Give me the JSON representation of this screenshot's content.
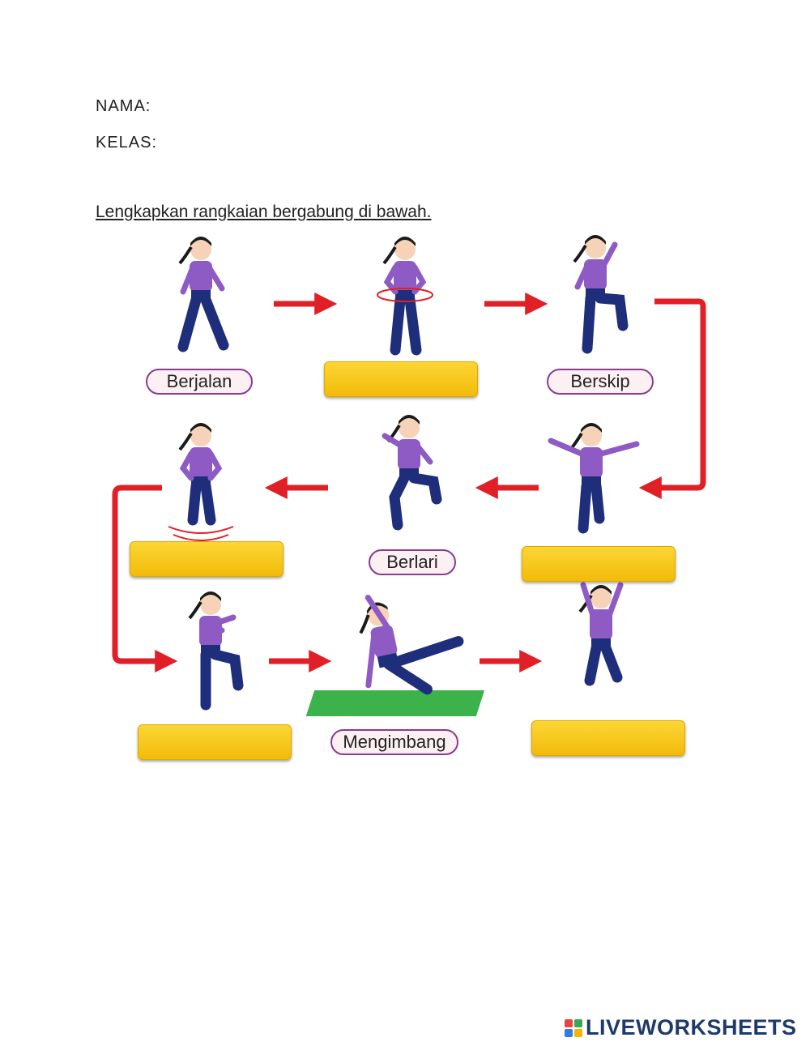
{
  "header": {
    "name_label": "NAMA:",
    "class_label": "KELAS:"
  },
  "instruction": "Lengkapkan rangkaian bergabung di bawah.",
  "steps": [
    {
      "label": "Berjalan",
      "answer_blank": false
    },
    {
      "label": "",
      "answer_blank": true
    },
    {
      "label": "Berskip",
      "answer_blank": false
    },
    {
      "label": "",
      "answer_blank": true
    },
    {
      "label": "Berlari",
      "answer_blank": false
    },
    {
      "label": "",
      "answer_blank": true
    },
    {
      "label": "",
      "answer_blank": true
    },
    {
      "label": "Mengimbang",
      "answer_blank": false
    },
    {
      "label": "",
      "answer_blank": true
    }
  ],
  "brand": {
    "name": "LIVEWORKSHEETS"
  },
  "colors": {
    "arrow": "#e01f26",
    "shirt": "#8e5bc4",
    "pants": "#1f2e7a",
    "answer_box": "#f7c81e",
    "pill_border": "#8b3a8f",
    "mat": "#3bb24a",
    "brand_text": "#1e3a6b"
  }
}
